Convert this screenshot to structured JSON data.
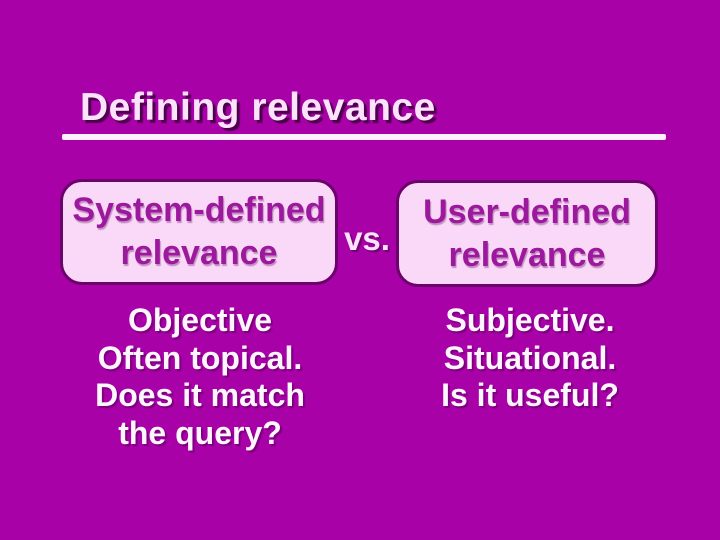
{
  "slide": {
    "title": "Defining relevance",
    "comparison": {
      "left_box": {
        "line1": "System-defined",
        "line2": "relevance"
      },
      "versus": "vs.",
      "right_box": {
        "line1": "User-defined",
        "line2": "relevance"
      }
    },
    "left_notes": {
      "lines": [
        "Objective",
        "Often topical.",
        "Does it match",
        "the query?"
      ]
    },
    "right_notes": {
      "lines": [
        "Subjective.",
        "Situational.",
        "Is it useful?"
      ]
    },
    "colors": {
      "background": "#A801A8",
      "box_fill": "#FAD9F8",
      "box_border": "#6B036B",
      "box_text": "#9C189C",
      "title_text": "#FBE3FB",
      "body_text": "#FEF6FE",
      "underline": "#FCF1FC"
    }
  }
}
